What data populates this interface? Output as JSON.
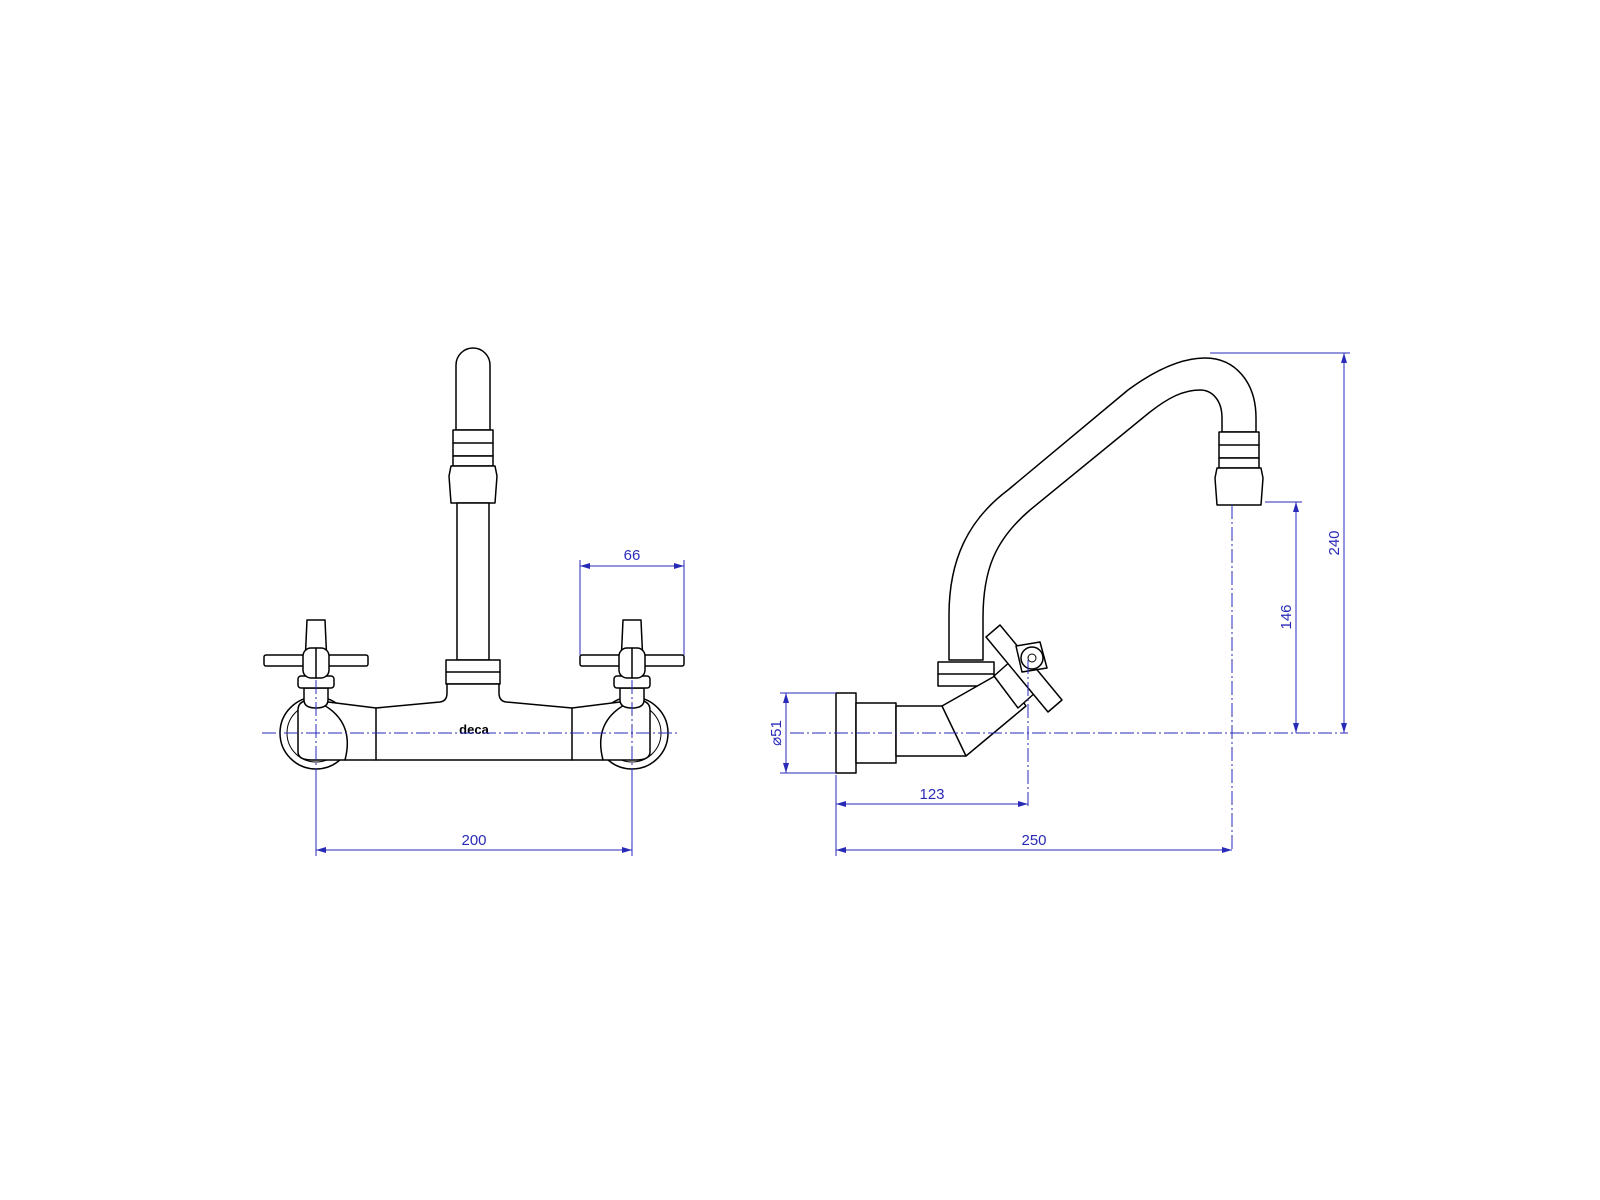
{
  "brand": {
    "logo_text": "deca"
  },
  "dimensions": {
    "front_center_spacing": "200",
    "handle_width": "66",
    "wall_flange_diameter": "51",
    "handle_projection": "123",
    "spout_reach": "250",
    "spout_outlet_height": "146",
    "overall_height": "240"
  },
  "colors": {
    "outline": "#000000",
    "dimension": "#2a2ab8",
    "background": "#ffffff"
  }
}
